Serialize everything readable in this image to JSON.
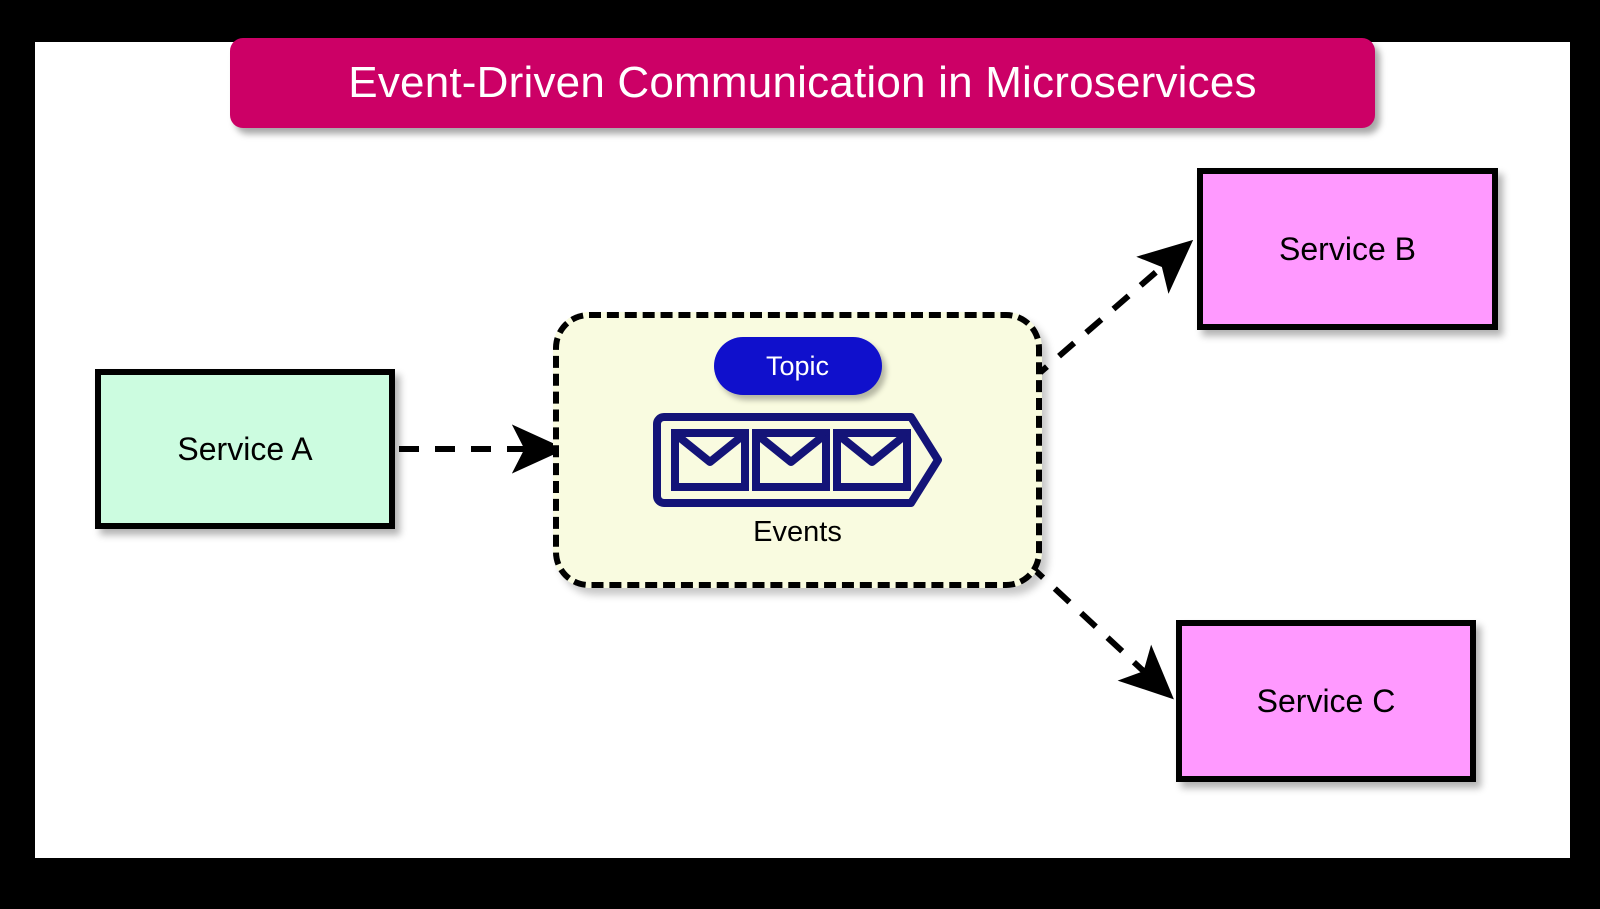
{
  "diagram": {
    "title": "Event-Driven Communication in Microservices",
    "title_bg_color": "#cc0066",
    "title_text_color": "#ffffff",
    "canvas_bg_color": "#ffffff",
    "frame_color": "#000000"
  },
  "nodes": {
    "producer": {
      "label": "Service A",
      "fill_color": "#ccfce0",
      "border_color": "#000000"
    },
    "broker": {
      "topic_label": "Topic",
      "topic_pill_color": "#1010cc",
      "events_label": "Events",
      "fill_color": "#f9fbe0",
      "border_color": "#000000",
      "envelope_color": "#141478",
      "envelope_count": 3
    },
    "consumer_b": {
      "label": "Service B",
      "fill_color": "#ff99ff",
      "border_color": "#000000"
    },
    "consumer_c": {
      "label": "Service C",
      "fill_color": "#ff99ff",
      "border_color": "#000000"
    }
  },
  "edges": [
    {
      "name": "service-a-to-topic",
      "from": "Service A",
      "to": "Topic",
      "style": "dashed",
      "color": "#000000"
    },
    {
      "name": "topic-to-service-b",
      "from": "Topic",
      "to": "Service B",
      "style": "dashed",
      "color": "#000000"
    },
    {
      "name": "topic-to-service-c",
      "from": "Topic",
      "to": "Service C",
      "style": "dashed",
      "color": "#000000"
    }
  ]
}
